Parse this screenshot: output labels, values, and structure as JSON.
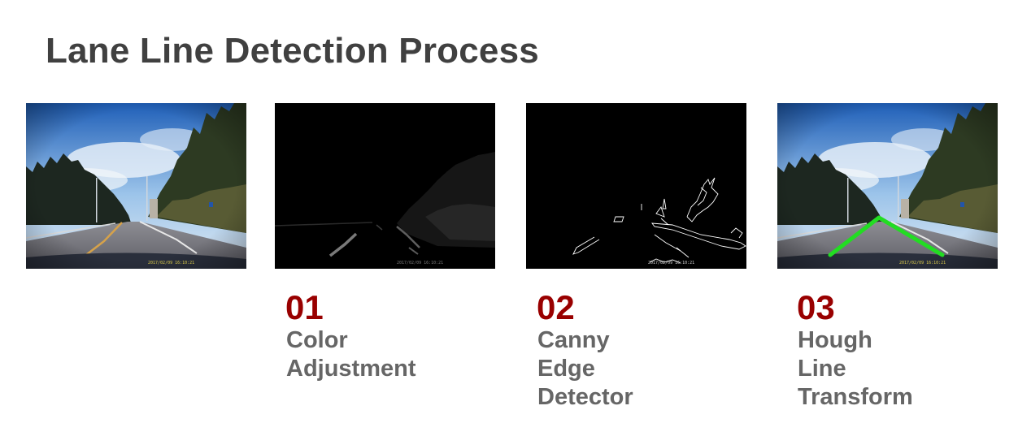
{
  "title": "Lane Line Detection Process",
  "panels": {
    "original": {
      "timestamp": "2017/02/09 16:10:21"
    },
    "color": {
      "timestamp": "2017/02/09 16:10:21"
    },
    "canny": {
      "timestamp": "2017/02/09 16:10:21"
    },
    "hough": {
      "timestamp": "2017/02/09 16:10:21",
      "line_color": "#22dd22"
    }
  },
  "steps": [
    {
      "number": "01",
      "lines": [
        "Color",
        "Adjustment"
      ]
    },
    {
      "number": "02",
      "lines": [
        "Canny",
        "Edge",
        "Detector"
      ]
    },
    {
      "number": "03",
      "lines": [
        "Hough",
        "Line",
        "Transform"
      ]
    }
  ],
  "colors": {
    "accent": "#990000",
    "label": "#666666",
    "title": "#404040"
  }
}
